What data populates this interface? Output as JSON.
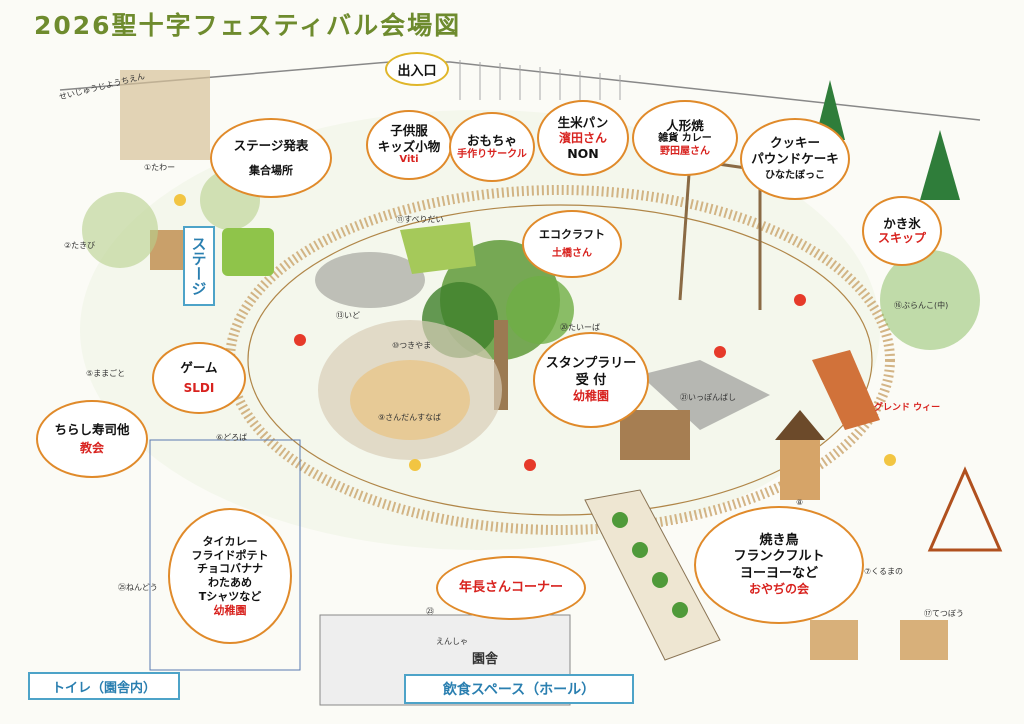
{
  "title": "2026聖十字フェスティバル会場図",
  "entrance": "出入口",
  "stage_sign": "ステージ",
  "bubbles": [
    {
      "id": "stage",
      "lines": [
        "ステージ発表",
        "",
        "集合場所"
      ],
      "red": []
    },
    {
      "id": "kids",
      "lines": [
        "子供服",
        "キッズ小物"
      ],
      "red": [
        "Viti"
      ]
    },
    {
      "id": "toys",
      "lines": [
        "おもちゃ"
      ],
      "red": [
        "手作りサークル"
      ]
    },
    {
      "id": "bread",
      "lines": [
        "生米パン"
      ],
      "red": [
        "濱田さん"
      ],
      "after": [
        "NON"
      ]
    },
    {
      "id": "doll",
      "lines": [
        "人形焼"
      ],
      "small": [
        "雑貨 カレー"
      ],
      "red": [
        "野田屋さん"
      ]
    },
    {
      "id": "cookie",
      "lines": [
        "クッキー",
        "パウンドケーキ"
      ],
      "small": [
        "ひなたぼっこ"
      ]
    },
    {
      "id": "eco",
      "lines": [
        "エコクラフト"
      ],
      "red": [
        "土橋さん"
      ]
    },
    {
      "id": "ice",
      "lines": [
        "かき氷"
      ],
      "red": [
        "スキップ"
      ]
    },
    {
      "id": "game",
      "lines": [
        "ゲーム"
      ],
      "red": [
        "SLDI"
      ]
    },
    {
      "id": "sushi",
      "lines": [
        "ちらし寿司他"
      ],
      "red": [
        "教会"
      ]
    },
    {
      "id": "stamp",
      "lines": [
        "スタンプラリー",
        "受 付"
      ],
      "red": [
        "幼稚園"
      ]
    },
    {
      "id": "thai",
      "lines": [
        "タイカレー",
        "フライドポテト",
        "チョコバナナ",
        "わたあめ",
        "Tシャツなど"
      ],
      "red": [
        "幼稚園"
      ]
    },
    {
      "id": "yakitori",
      "lines": [
        "焼き鳥",
        "フランクフルト",
        "ヨーヨーなど"
      ],
      "red": [
        "おやぢの会"
      ]
    },
    {
      "id": "nencho",
      "lines": [],
      "red": [
        "年長さんコーナー"
      ]
    }
  ],
  "grend": "グレンド ウィー",
  "boxes": {
    "toilet": "トイレ（園舎内）",
    "food": "飲食スペース（ホール）"
  },
  "locations": [
    "せいじゅうじようちえん",
    "①たわー",
    "②たきび",
    "⑤ままごと",
    "⑥どろば",
    "⑪すべりだい",
    "⑬いど",
    "⑩つきやま",
    "⑨さんだんすなば",
    "㉑いっぽんばし",
    "⑯ぶらんこ(中)",
    "⑳たいーば",
    "⑰てつぼう",
    "⑧",
    "㉓",
    "㉕ねんどう",
    "えんしゃ",
    "園舎",
    "⑦くるまの"
  ],
  "colors": {
    "title": "#6e8b2e",
    "bubble_border": "#e08a2a",
    "entrance_border": "#e0b62a",
    "red_text": "#d8231f",
    "box_border": "#4da3c8"
  }
}
